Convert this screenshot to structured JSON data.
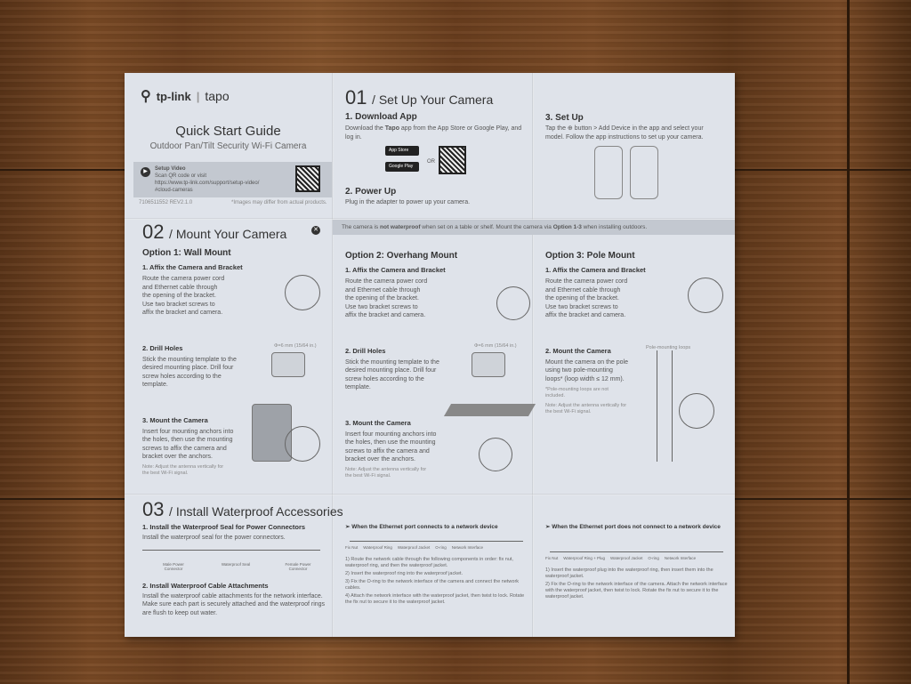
{
  "cover": {
    "brand": "tp-link",
    "product_brand": "tapo",
    "title": "Quick Start Guide",
    "subtitle": "Outdoor Pan/Tilt Security Wi-Fi Camera",
    "video_label": "Setup Video",
    "video_text": "Scan QR code or visit",
    "video_url": "https://www.tp-link.com/support/setup-video/",
    "video_anchor": "#cloud-cameras",
    "doc_code": "7106511552 REV2.1.0",
    "disclaimer": "*Images may differ from actual products."
  },
  "s01": {
    "num": "01",
    "title": "/ Set Up Your Camera",
    "step1_title": "1. Download App",
    "step1_pre": "Download the ",
    "step1_app": "Tapo",
    "step1_post": " app from the App Store or Google Play, and log in.",
    "app_store": "App Store",
    "google_play": "Google Play",
    "or": "OR",
    "step2_title": "2. Power Up",
    "step2_text": "Plug in the adapter to power up your camera.",
    "step3_title": "3. Set Up",
    "step3_text": "Tap the ⊕ button > Add Device in the app and select your model. Follow the app instructions to set up your camera.",
    "warning_pre": "The camera is ",
    "warning_bold": "not waterproof",
    "warning_mid": " when set on a table or shelf. Mount the camera via ",
    "warning_opt": "Option 1-3",
    "warning_post": " when installing outdoors."
  },
  "s02": {
    "num": "02",
    "title": "/ Mount Your Camera",
    "options": [
      {
        "title": "Option 1: Wall Mount",
        "steps": [
          {
            "title": "1. Affix the Camera and Bracket",
            "text": "Route the camera power cord and Ethernet cable through the opening of the bracket. Use two bracket screws to affix the bracket and camera."
          },
          {
            "title": "2. Drill Holes",
            "text": "Stick the mounting template to the desired mounting place. Drill four screw holes according to the template.",
            "dim": "Φ=6 mm (15/64 in.)"
          },
          {
            "title": "3. Mount the Camera",
            "text": "Insert four mounting anchors into the holes, then use the mounting screws to affix the camera and bracket over the anchors.",
            "note": "Note: Adjust the antenna vertically for the best Wi-Fi signal."
          }
        ]
      },
      {
        "title": "Option 2: Overhang Mount",
        "steps": [
          {
            "title": "1. Affix the Camera and Bracket",
            "text": "Route the camera power cord and Ethernet cable through the opening of the bracket. Use two bracket screws to affix the bracket and camera."
          },
          {
            "title": "2. Drill Holes",
            "text": "Stick the mounting template to the desired mounting place. Drill four screw holes according to the template.",
            "dim": "Φ=6 mm (15/64 in.)"
          },
          {
            "title": "3. Mount the Camera",
            "text": "Insert four mounting anchors into the holes, then use the mounting screws to affix the camera and bracket over the anchors.",
            "note": "Note: Adjust the antenna vertically for the best Wi-Fi signal."
          }
        ]
      },
      {
        "title": "Option 3: Pole Mount",
        "steps": [
          {
            "title": "1. Affix the Camera and Bracket",
            "text": "Route the camera power cord and Ethernet cable through the opening of the bracket. Use two bracket screws to affix the bracket and camera."
          },
          {
            "title": "2. Mount the Camera",
            "text": "Mount the camera on the pole using two pole-mounting loops* (loop width ≤ 12 mm).",
            "footnote": "*Pole-mounting loops are not included.",
            "note": "Note: Adjust the antenna vertically for the best Wi-Fi signal.",
            "loops_label": "Pole-mounting loops"
          }
        ]
      }
    ]
  },
  "s03": {
    "num": "03",
    "title": "/ Install Waterproof Accessories",
    "step1_title": "1. Install the Waterproof Seal for Power Connectors",
    "step1_text": "Install the waterproof seal for the power connectors.",
    "step1_labels": [
      "Male Power Connector",
      "Waterproof Seal",
      "Female Power Connector"
    ],
    "step2_title": "2. Install Waterproof Cable Attachments",
    "step2_text": "Install the waterproof cable attachments for the network interface. Make sure each part is securely attached and the waterproof rings are flush to keep out water.",
    "caseA": {
      "title": "When the Ethernet port connects to a network device",
      "labels": [
        "Fix Nut",
        "Waterproof Ring",
        "Waterproof Jacket",
        "O-ring",
        "Network Interface"
      ],
      "steps": [
        "1) Route the network cable through the following components in order: fix nut, waterproof ring, and then the waterproof jacket.",
        "2) Insert the waterproof ring into the waterproof jacket.",
        "3) Fix the O-ring to the network interface of the camera and connect the network cables.",
        "4) Attach the network interface with the waterproof jacket, then twist to lock. Rotate the fix nut to secure it to the waterproof jacket."
      ]
    },
    "caseB": {
      "title": "When the Ethernet port does not connect to a network device",
      "labels": [
        "Fix Nut",
        "Waterproof Ring + Plug",
        "Waterproof Jacket",
        "O-ring",
        "Network Interface"
      ],
      "steps": [
        "1) Insert the waterproof plug into the waterproof ring, then insert them into the waterproof jacket.",
        "2) Fix the O-ring to the network interface of the camera. Attach the network interface with the waterproof jacket, then twist to lock. Rotate the fix nut to secure it to the waterproof jacket."
      ]
    }
  }
}
